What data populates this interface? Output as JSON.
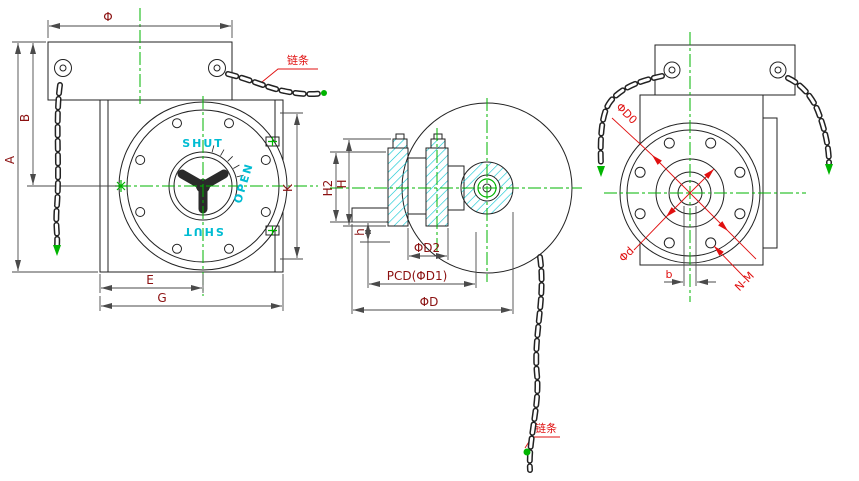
{
  "front_view": {
    "dim_phi": "Φ",
    "dim_a": "A",
    "dim_b": "B",
    "dim_e": "E",
    "dim_g": "G",
    "dim_k": "K",
    "chain_label": "链条",
    "dial_shut_top": "SHUT",
    "dial_open": "OPEN",
    "dial_shut_bottom": "SHUT"
  },
  "section_view": {
    "dim_h2": "H2",
    "dim_h": "H",
    "dim_h_small": "h",
    "dim_d2": "ΦD2",
    "dim_pcd": "PCD(ΦD1)",
    "dim_d": "ΦD",
    "chain_label": "链条"
  },
  "rear_view": {
    "dim_d0": "ΦD0",
    "dim_d": "Φd",
    "dim_b": "b",
    "dim_nm": "N-M"
  },
  "colors": {
    "centerline_green": "#00b400",
    "hatch_cyan": "#00c3cf",
    "dial_cyan": "#00bcd2",
    "dim_text_maroon": "#8b1111",
    "label_red": "#e01010",
    "outline_black": "#222222"
  }
}
